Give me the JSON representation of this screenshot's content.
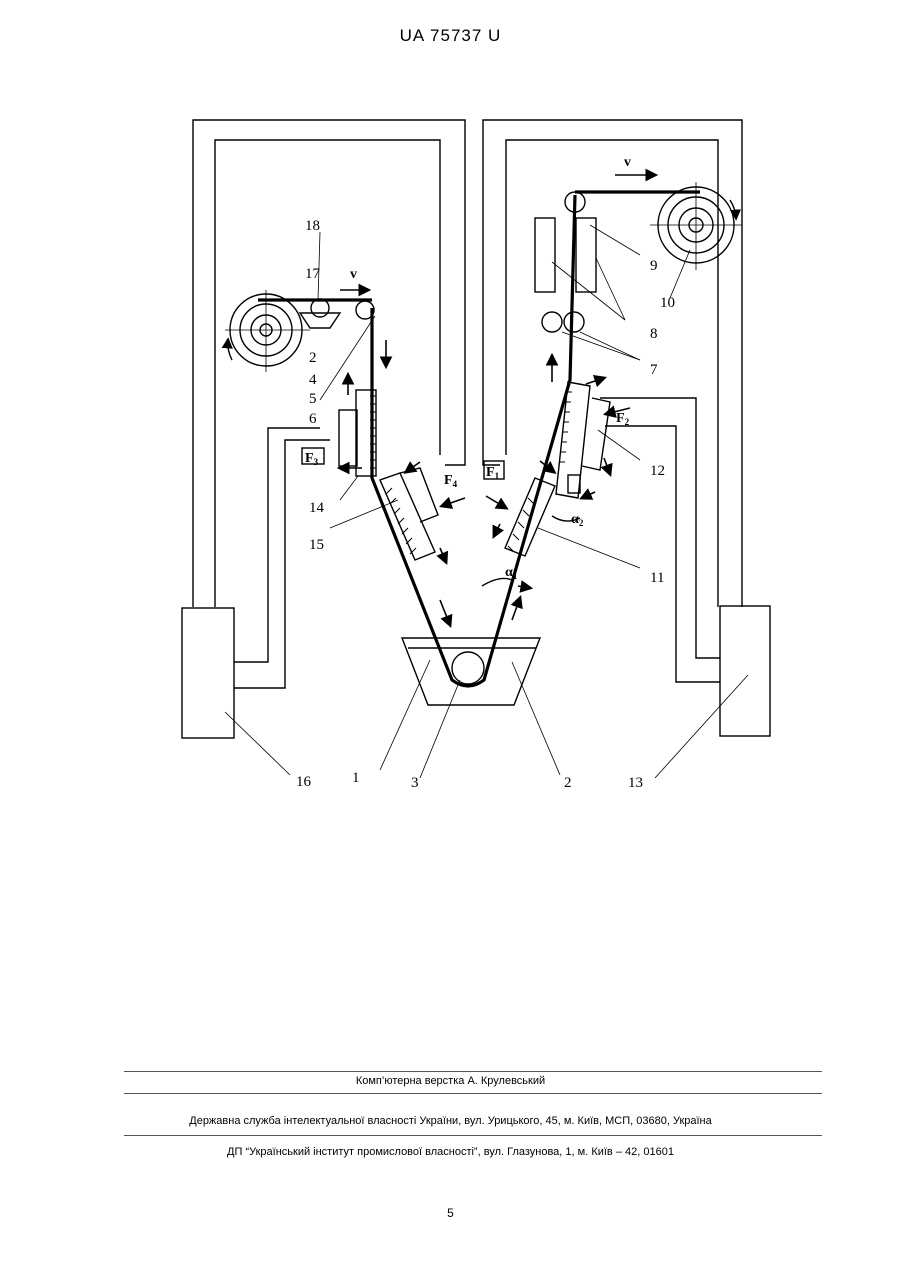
{
  "header": {
    "patent_number": "UA   75737   U"
  },
  "figure": {
    "velocity_left": "v",
    "velocity_right": "v",
    "labels": {
      "l1": "1",
      "l2a": "2",
      "l2b": "2",
      "l3": "3",
      "l4": "4",
      "l5": "5",
      "l6": "6",
      "l7": "7",
      "l8": "8",
      "l9": "9",
      "l10": "10",
      "l11": "11",
      "l12": "12",
      "l13": "13",
      "l14": "14",
      "l15": "15",
      "l16": "16",
      "l17": "17",
      "l18": "18"
    },
    "forces": {
      "f1": "F",
      "f1_sub": "1",
      "f2": "F",
      "f2_sub": "2",
      "f3": "F",
      "f3_sub": "3",
      "f4": "F",
      "f4_sub": "4"
    },
    "angles": {
      "a1": "α",
      "a1_sub": "1",
      "a2": "α",
      "a2_sub": "2"
    }
  },
  "footer": {
    "layout_credit": "Комп’ютерна верстка А. Крулевський",
    "issuer": "Державна служба інтелектуальної власності України, вул. Урицького, 45, м. Київ, МСП, 03680, Україна",
    "publisher": "ДП “Український інститут промислової власності”, вул. Глазунова, 1, м. Київ – 42, 01601",
    "page_number": "5"
  }
}
